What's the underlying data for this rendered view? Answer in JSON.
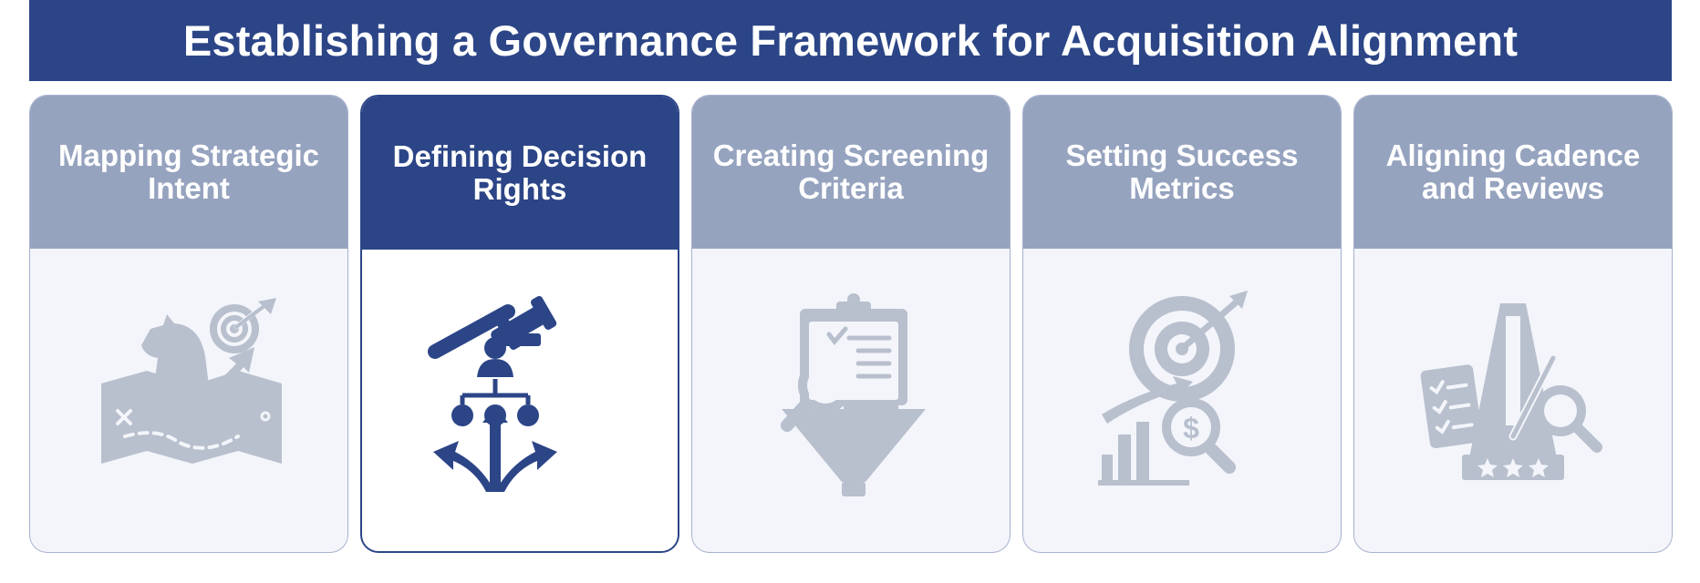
{
  "title": "Establishing a Governance Framework for Acquisition Alignment",
  "colors": {
    "primary": "#2c4587",
    "muted": "#96a3bf",
    "icon_muted": "#b8bfcd"
  },
  "steps": [
    {
      "label": "Mapping Strategic\nIntent",
      "icon": "strategy-map-knight-target-icon",
      "active": false
    },
    {
      "label": "Defining Decision\nRights",
      "icon": "gavel-hierarchy-icon",
      "active": true
    },
    {
      "label": "Creating Screening\nCriteria",
      "icon": "clipboard-funnel-magnifier-icon",
      "active": false
    },
    {
      "label": "Setting Success\nMetrics",
      "icon": "target-growth-dollar-icon",
      "active": false
    },
    {
      "label": "Aligning Cadence\nand Reviews",
      "icon": "metronome-checklist-stars-icon",
      "active": false
    }
  ]
}
